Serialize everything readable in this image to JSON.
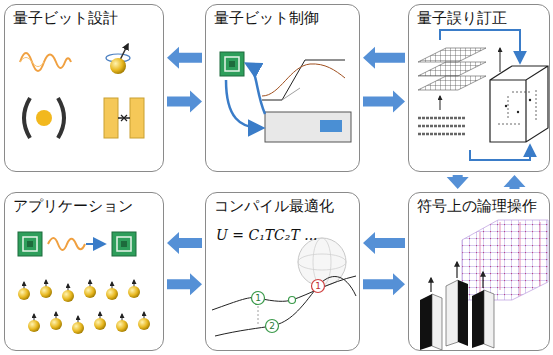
{
  "diagram": {
    "nodes": [
      {
        "text": [
          "量子ビット設計"
        ]
      },
      {
        "text": [
          "量子ビット制御"
        ]
      },
      {
        "text": [
          "量子誤り訂正"
        ]
      },
      {
        "text": [
          "アプリケーション"
        ]
      },
      {
        "text": [
          "コンパイル最適化"
        ]
      },
      {
        "text": [
          "符号上の論理操作"
        ]
      }
    ],
    "edges": [
      {
        "from": 1,
        "to": 0,
        "arrow": "to"
      },
      {
        "from": 0,
        "to": 1,
        "arrow": "to"
      },
      {
        "from": 2,
        "to": 1,
        "arrow": "to"
      },
      {
        "from": 1,
        "to": 2,
        "arrow": "to"
      },
      {
        "from": 2,
        "to": 5,
        "arrow": "to"
      },
      {
        "from": 5,
        "to": 2,
        "arrow": "to"
      },
      {
        "from": 4,
        "to": 3,
        "arrow": "to"
      },
      {
        "from": 3,
        "to": 4,
        "arrow": "to"
      },
      {
        "from": 5,
        "to": 4,
        "arrow": "to"
      },
      {
        "from": 4,
        "to": 5,
        "arrow": "to"
      }
    ],
    "labels": [
      "U = C₁TC₂T ...",
      "1",
      "2",
      "1"
    ]
  }
}
